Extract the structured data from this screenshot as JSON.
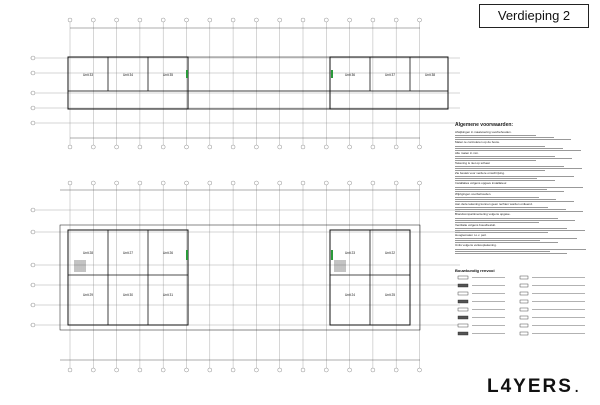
{
  "sheet": {
    "title": "Verdieping 2",
    "brand": "L4YERS",
    "brand_mark": "."
  },
  "notes": {
    "heading": "Algemene voorwaarden:",
    "lines": [
      "Afwijkingen in maatvoering voorbehouden.",
      "Maten te controleren op de bouw.",
      "Alle maten in mm.",
      "Tekening is niet op schaal.",
      "Zie bestek voor verdere omschrijving.",
      "Installaties volgens opgave installateur.",
      "Wijzigingen voorbehouden.",
      "Aan deze tekening kunnen geen rechten worden ontleend.",
      "Brandcompartimentering volgens opgave.",
      "Ventilatie volgens bouwbesluit.",
      "Hoogtematen t.o.v. peil.",
      "Units volgens verkooptekening."
    ]
  },
  "legend": {
    "title": "Bouwkundig renvooi"
  },
  "icons": [
    "grid-bubble-icon",
    "stair-icon",
    "door-swing-icon"
  ],
  "units_top": [
    "Unit 33",
    "Unit 34",
    "Unit 35",
    "Unit 36",
    "Unit 37",
    "Unit 38"
  ],
  "units_bottom_left_top": [
    "Unit 28",
    "Unit 27",
    "Unit 26"
  ],
  "units_bottom_left_bot": [
    "Unit 29",
    "Unit 30",
    "Unit 31"
  ],
  "units_bottom_right_top": [
    "Unit 23",
    "Unit 22"
  ],
  "units_bottom_right_bot": [
    "Unit 24",
    "Unit 25"
  ]
}
